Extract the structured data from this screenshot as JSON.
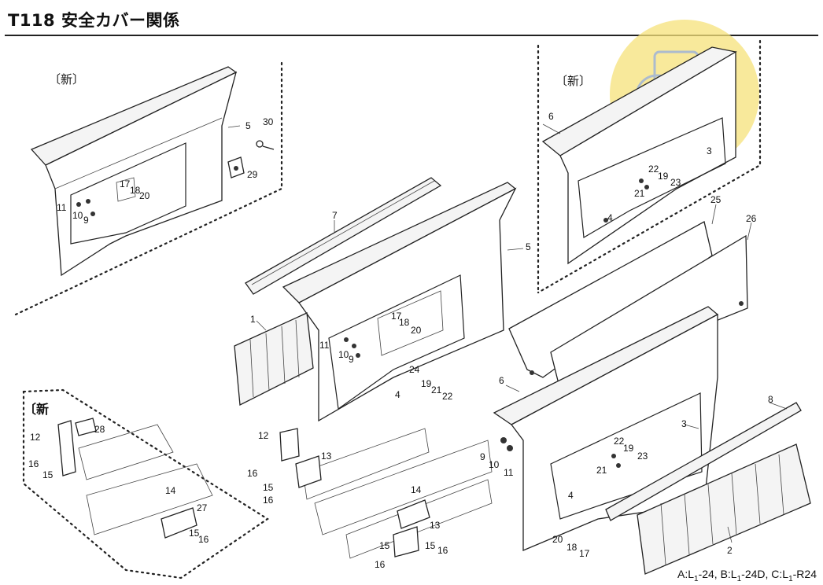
{
  "title": "T118  安全カバー関係",
  "new_label": "〔新〕",
  "new_label_bold": "〔新",
  "part_numbers": {
    "p1": "1",
    "p2": "2",
    "p3": "3",
    "p4": "4",
    "p5": "5",
    "p6": "6",
    "p7": "7",
    "p8": "8",
    "p9": "9",
    "p10": "10",
    "p11": "11",
    "p12": "12",
    "p13": "13",
    "p14": "14",
    "p15": "15",
    "p16": "16",
    "p17": "17",
    "p18": "18",
    "p19": "19",
    "p20": "20",
    "p21": "21",
    "p22": "22",
    "p23": "23",
    "p24": "24",
    "p25": "25",
    "p26": "26",
    "p27": "27",
    "p28": "28",
    "p29": "29",
    "p30": "30"
  },
  "model_note": {
    "a_prefix": "A:L",
    "a_sub": "1",
    "a_suffix": "-24,",
    "b_prefix": "B:L",
    "b_sub": "1",
    "b_suffix": "-24D,",
    "c_prefix": "C:L",
    "c_sub": "1",
    "c_suffix": "-R24"
  },
  "colors": {
    "watermark": "#f6e27a",
    "line": "#222222"
  },
  "watermark_icon": "tractor-icon"
}
